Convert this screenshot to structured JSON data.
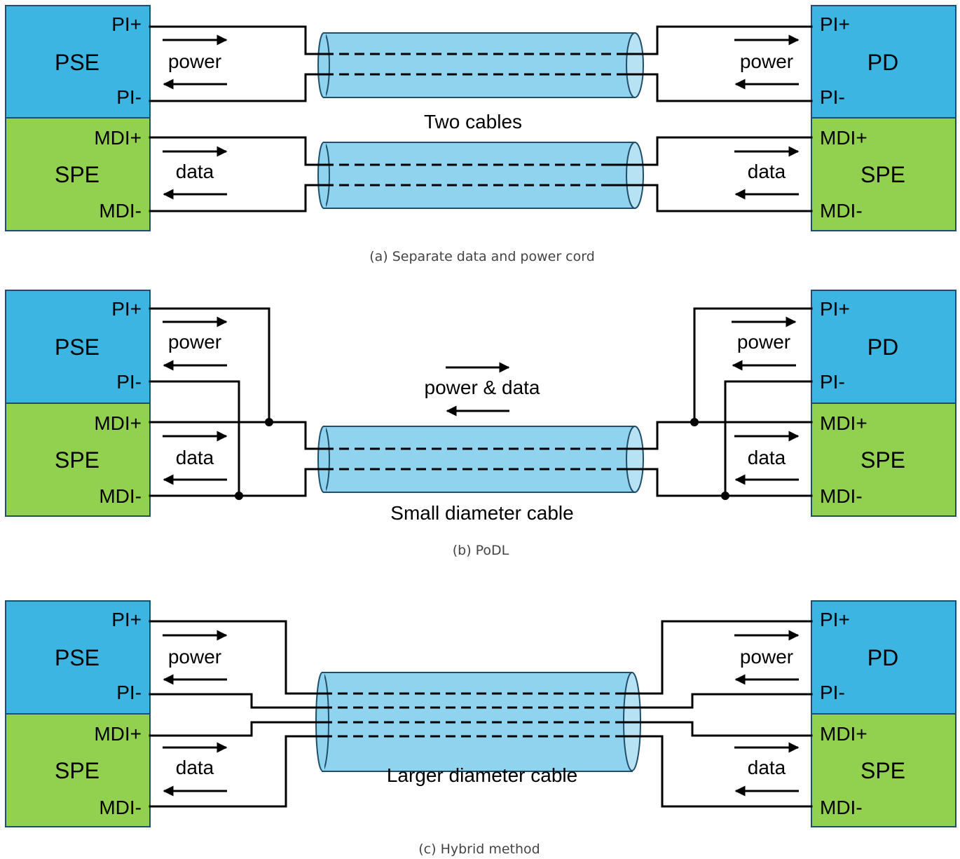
{
  "colors": {
    "power_box": "#3db5e3",
    "data_box": "#92d050",
    "cable": "#8fd3ef"
  },
  "labels": {
    "pse": "PSE",
    "pd": "PD",
    "spe": "SPE",
    "pi_plus": "PI+",
    "pi_minus": "PI-",
    "mdi_plus": "MDI+",
    "mdi_minus": "MDI-",
    "power": "power",
    "data": "data"
  },
  "diagram_a": {
    "cable_label": "Two cables",
    "caption": "(a) Separate data and power cord"
  },
  "diagram_b": {
    "center_label": "power & data",
    "cable_label": "Small diameter cable",
    "caption": "(b) PoDL"
  },
  "diagram_c": {
    "cable_label": "Larger diameter cable",
    "caption": "(c) Hybrid method"
  }
}
